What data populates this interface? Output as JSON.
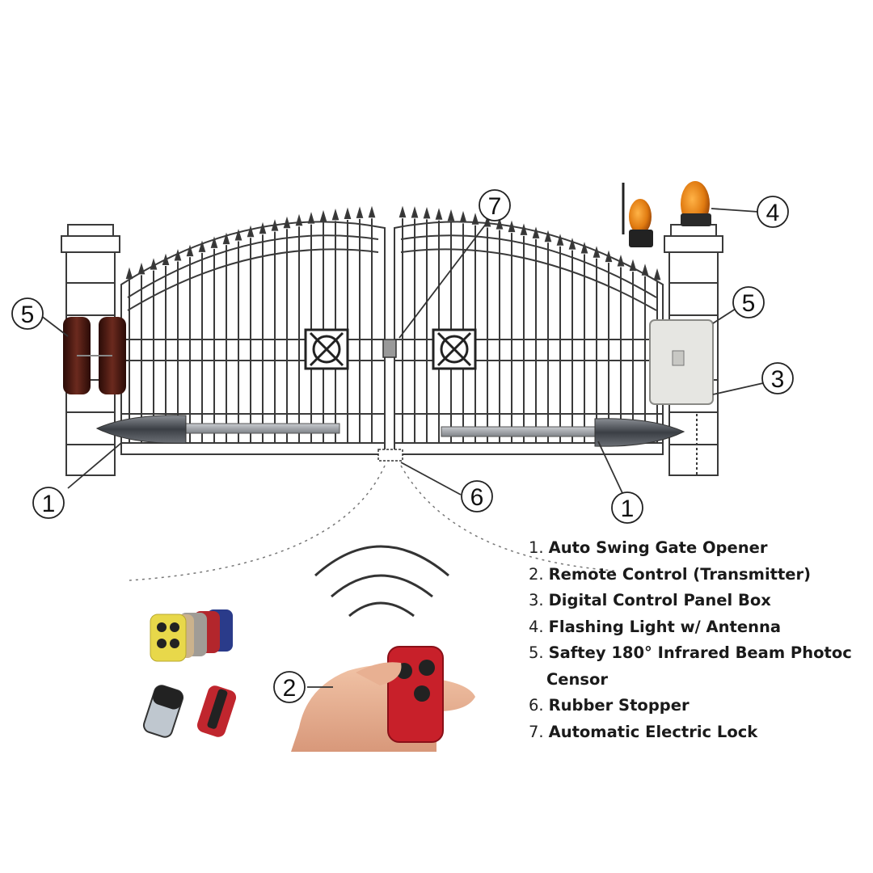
{
  "callouts": {
    "c1_left": "1",
    "c1_right": "1",
    "c2": "2",
    "c3": "3",
    "c4": "4",
    "c5_left": "5",
    "c5_right": "5",
    "c6": "6",
    "c7": "7"
  },
  "legend": [
    {
      "num": "1.",
      "text": "Auto Swing Gate Opener"
    },
    {
      "num": "2.",
      "text": "Remote Control (Transmitter)"
    },
    {
      "num": "3.",
      "text": "Digital Control Panel Box"
    },
    {
      "num": "4.",
      "text": "Flashing Light w/ Antenna"
    },
    {
      "num": "5.",
      "text": "Saftey 180° Infrared Beam Photoc",
      "continuation": "Censor"
    },
    {
      "num": "6.",
      "text": "Rubber Stopper"
    },
    {
      "num": "7.",
      "text": "Automatic Electric Lock"
    }
  ],
  "colors": {
    "line": "#3a3a3a",
    "light_orange": "#e07a10",
    "remote_red": "#c8202a",
    "remote_yellow": "#e8d84a",
    "sensor_brown": "#4a1a12",
    "control_box": "#e6e6e2"
  }
}
